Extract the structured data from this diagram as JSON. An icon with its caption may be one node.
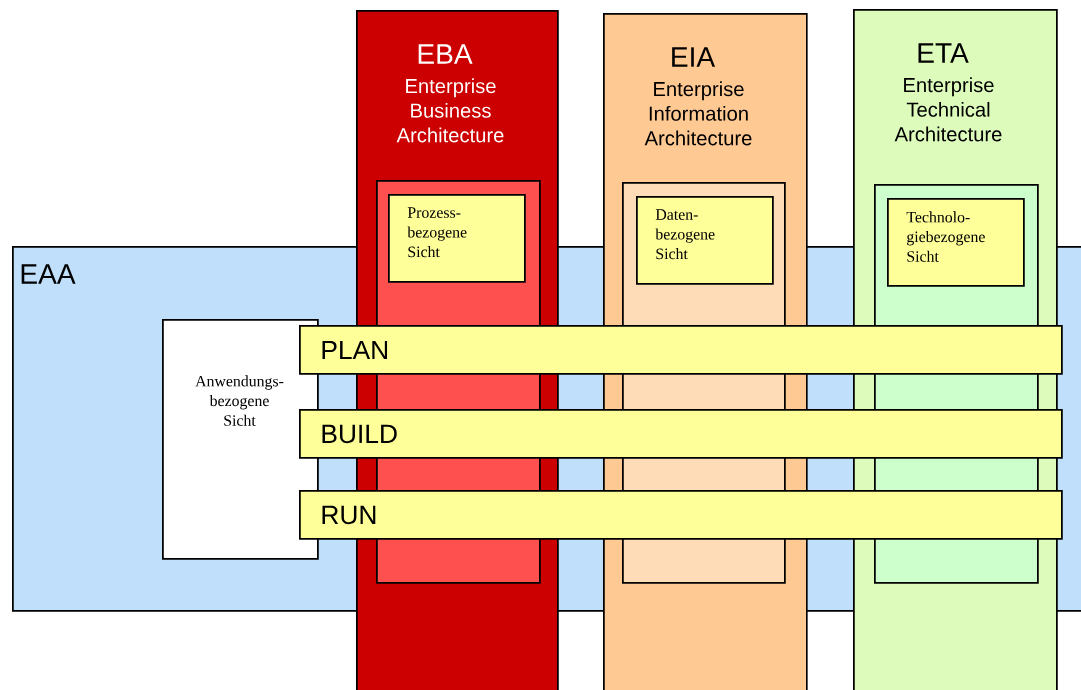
{
  "diagram": {
    "nodes": [
      {
        "text": [
          "EAA"
        ]
      },
      {
        "text": [
          "Anwendungs- bezogene Sicht"
        ],
        "in": 0
      },
      {
        "text": [
          "EBA",
          "Enterprise Business Architecture"
        ]
      },
      {
        "text": [],
        "shape": "box",
        "in": 2
      },
      {
        "text": [
          "Prozess- bezogene Sicht"
        ],
        "in": 3
      },
      {
        "text": [
          "EIA",
          "Enterprise Information Architecture"
        ]
      },
      {
        "text": [],
        "shape": "box",
        "in": 5
      },
      {
        "text": [
          "Daten- bezogene Sicht"
        ],
        "in": 6
      },
      {
        "text": [
          "ETA",
          "Enterprise Technical Architecture"
        ]
      },
      {
        "text": [],
        "shape": "box",
        "in": 8
      },
      {
        "text": [
          "Technolo- giebezogene Sicht"
        ],
        "in": 9
      },
      {
        "text": [
          "PLAN"
        ],
        "in": 0
      },
      {
        "text": [
          "BUILD"
        ],
        "in": 0
      },
      {
        "text": [
          "RUN"
        ],
        "in": 0
      }
    ]
  }
}
